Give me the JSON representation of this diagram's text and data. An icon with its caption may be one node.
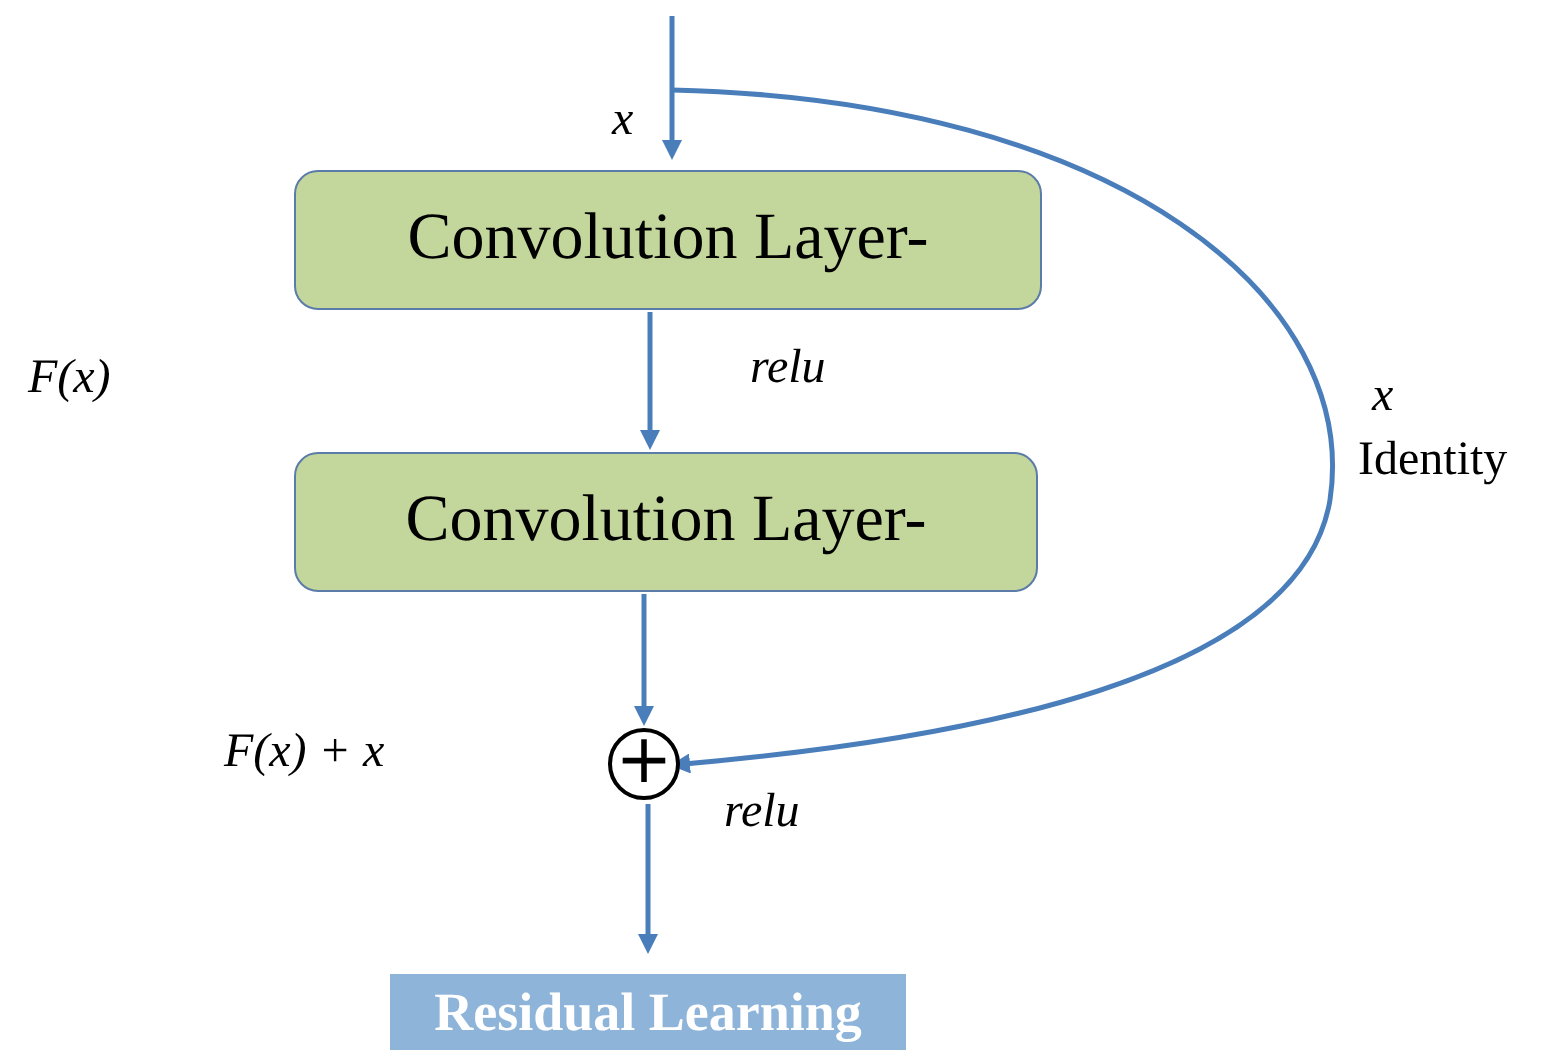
{
  "diagram": {
    "nodes": [
      {
        "text": [
          "Convolution Layer-"
        ]
      },
      {
        "text": [
          "Convolution Layer-"
        ]
      },
      {
        "text": [
          "+"
        ]
      },
      {
        "text": [
          "Residual Learning"
        ]
      }
    ],
    "edges": [
      {
        "from": null,
        "to": 0,
        "arrow": "to",
        "label": "x"
      },
      {
        "from": 0,
        "to": 1,
        "arrow": "to",
        "label": "relu"
      },
      {
        "from": 1,
        "to": 2,
        "arrow": "to"
      },
      {
        "from": null,
        "to": 2,
        "arrow": "to"
      },
      {
        "from": 2,
        "to": 3,
        "arrow": "to",
        "label": "relu"
      }
    ],
    "labels": [
      "F(x)",
      "x",
      "Identity",
      "F(x) + x"
    ]
  }
}
